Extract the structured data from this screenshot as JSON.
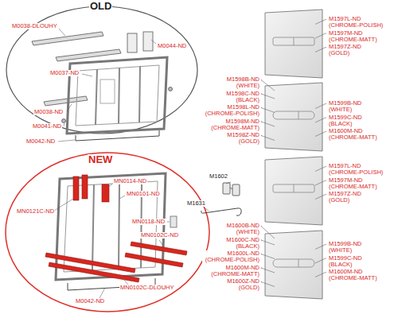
{
  "diagram": {
    "labels": [
      "OLD",
      "M0038-DLOUHY",
      "M0044-ND",
      "M0037-ND",
      "M0038-ND",
      "M0041-ND",
      "M0042-ND",
      "NEW",
      "MN0114-ND",
      "MN0101-ND",
      "MN0121C-ND",
      "MN0118-ND",
      "MN0102C-ND",
      "MN0102C-DLOUHY",
      "M0042-ND",
      "M1602",
      "M1631",
      "M1597L-ND (CHROME-POLISH)",
      "M1597M-ND (CHROME-MATT)",
      "M1597Z-ND (GOLD)",
      "M1598B-ND (WHITE)",
      "M1598C-ND (BLACK)",
      "M1598L-ND (CHROME-POLISH)",
      "M1598M-ND (CHROME-MATT)",
      "M1598Z-ND (GOLD)",
      "M1599B-ND (WHITE)",
      "M1599C-ND (BLACK)",
      "M1600M-ND (CHROME-MATT)",
      "M1597L-ND (CHROME-POLISH)",
      "M1597M-ND (CHROME-MATT)",
      "M1597Z-ND (GOLD)",
      "M1600B-ND (WHITE)",
      "M1600C-ND (BLACK)",
      "M1600L-ND (CHROME-POLISH)",
      "M1600M-ND (CHROME-MATT)",
      "M1600Z-ND (GOLD)",
      "M1599B-ND (WHITE)",
      "M1599C-ND (BLACK)",
      "M1600M-ND (CHROME-MATT)"
    ]
  }
}
